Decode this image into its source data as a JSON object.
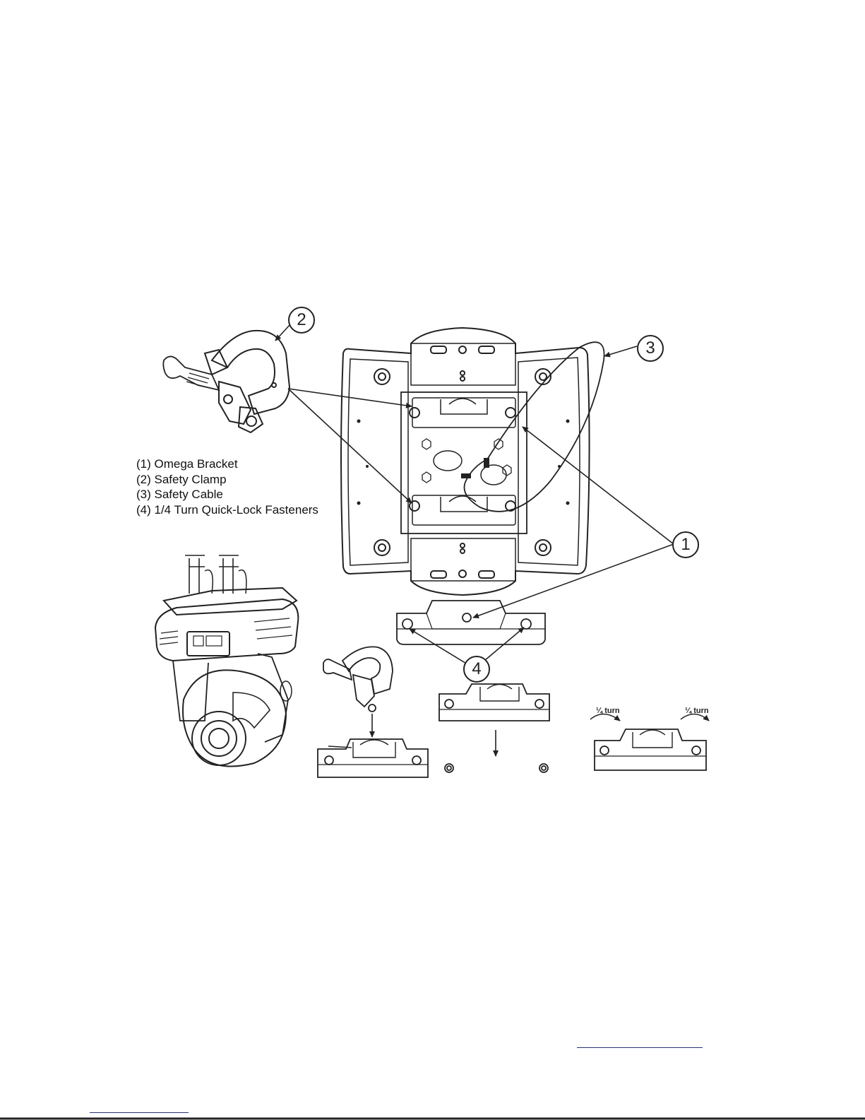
{
  "legend": [
    "(1) Omega Bracket",
    "(2) Safety Clamp",
    "(3) Safety Cable",
    "(4) 1/4 Turn Quick-Lock Fasteners"
  ],
  "callouts": {
    "one": "1",
    "two": "2",
    "three": "3",
    "four": "4"
  },
  "turn_labels": {
    "left": "¼ turn",
    "right": "¼ turn"
  },
  "colors": {
    "line": "#222222",
    "link": "#1a2fd8",
    "background": "#ffffff"
  }
}
